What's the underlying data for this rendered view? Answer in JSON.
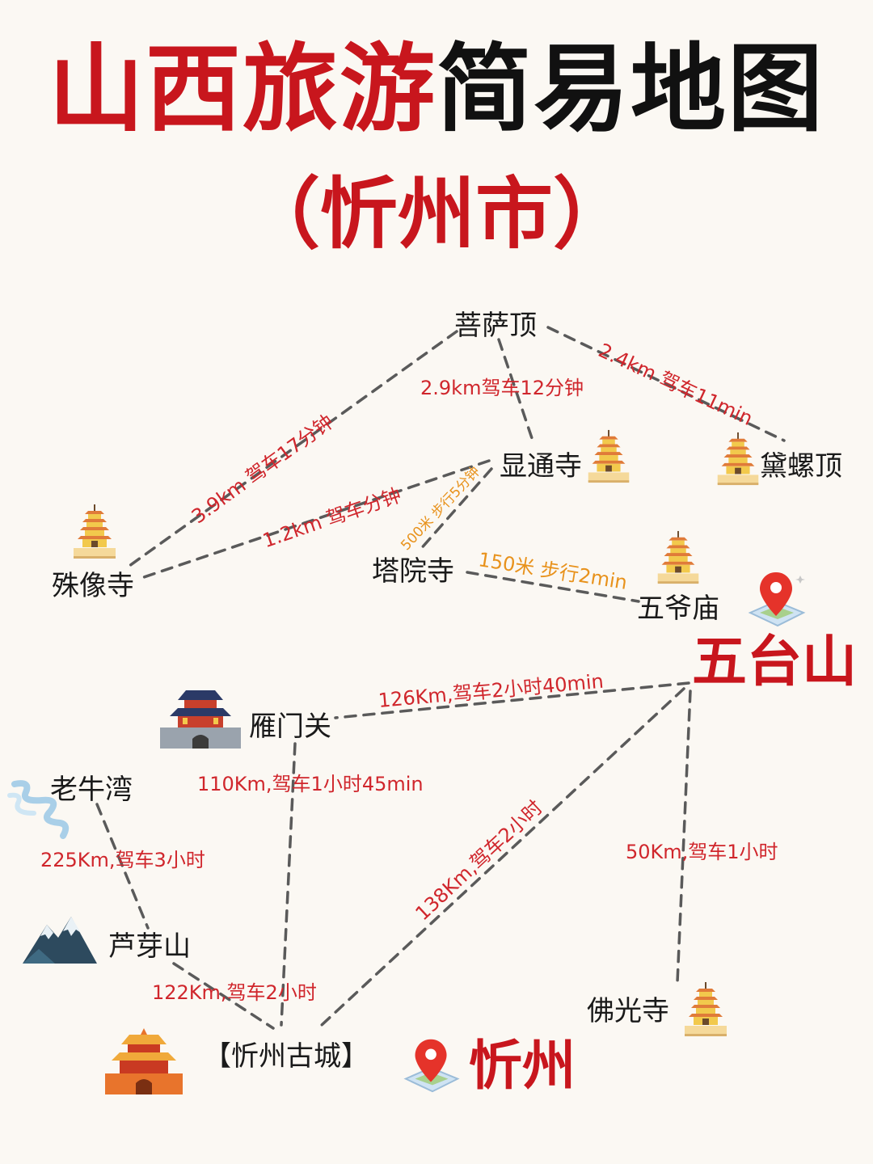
{
  "title": {
    "part_red": "山西旅游",
    "part_black": "简易地图"
  },
  "subtitle": "（忻州市）",
  "places": {
    "pusading": "菩萨顶",
    "xiantongsi": "显通寺",
    "dailuoding": "黛螺顶",
    "shuxiangsi": "殊像寺",
    "tayuansi": "塔院寺",
    "wuyemiao": "五爷庙",
    "yanmenguan": "雁门关",
    "laoniuwan": "老牛湾",
    "luyashan": "芦芽山",
    "foguangsi": "佛光寺",
    "xinzhougucheng": "【忻州古城】"
  },
  "big_labels": {
    "wutaishan": "五台山",
    "xinzhou": "忻州"
  },
  "routes": {
    "pusa_dailuo": "2.4km 驾车11min",
    "pusa_xiantong": "2.9km驾车12分钟",
    "pusa_shuxiang": "3.9km 驾车17分钟",
    "xiantong_shuxiang": "1.2km 驾车分钟",
    "xiantong_tayuan": "500米 步行5分钟",
    "tayuan_wuye": "150米 步行2min",
    "wutai_yanmen": "126Km,驾车2小时40min",
    "yanmen_gucheng": "110Km,驾车1小时45min",
    "laoniu_luya": "225Km,驾车3小时",
    "wutai_gucheng": "138Km,驾车2小时",
    "wutai_foguang": "50Km,驾车1小时",
    "luya_gucheng": "122Km,驾车2小时"
  },
  "colors": {
    "red": "#c8161d",
    "route_red": "#d0262c",
    "walk_orange": "#e8921c",
    "line_gray": "#5a5a5a"
  },
  "icons": [
    "pagoda-icon",
    "map-pin-icon",
    "city-gate-icon",
    "river-icon",
    "mountain-icon",
    "drum-tower-icon"
  ]
}
